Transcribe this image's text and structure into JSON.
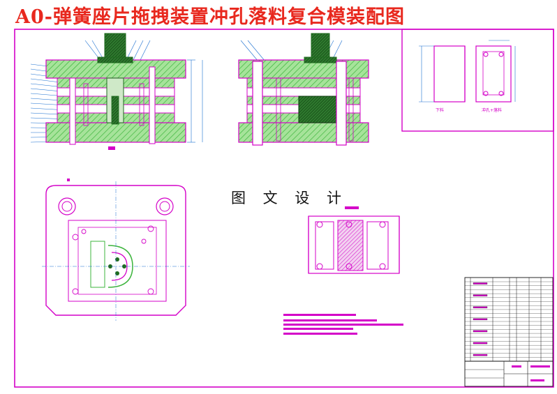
{
  "drawing": {
    "title": "A0-弹簧座片拖拽装置冲孔落料复合模装配图",
    "watermark": "图 文 设 计",
    "strip_layout_labels": [
      "下料",
      "冲孔+落料"
    ]
  },
  "colors": {
    "outline": "#d400c8",
    "hatch": "#3cb43c",
    "title": "#e8281e",
    "border": "#d400c8",
    "dimension": "#1a6fd0",
    "section": "#1f6b1f"
  },
  "icons": [
    "die-section-view",
    "side-section-view",
    "plan-view",
    "strip-layout",
    "part-detail",
    "title-block"
  ]
}
